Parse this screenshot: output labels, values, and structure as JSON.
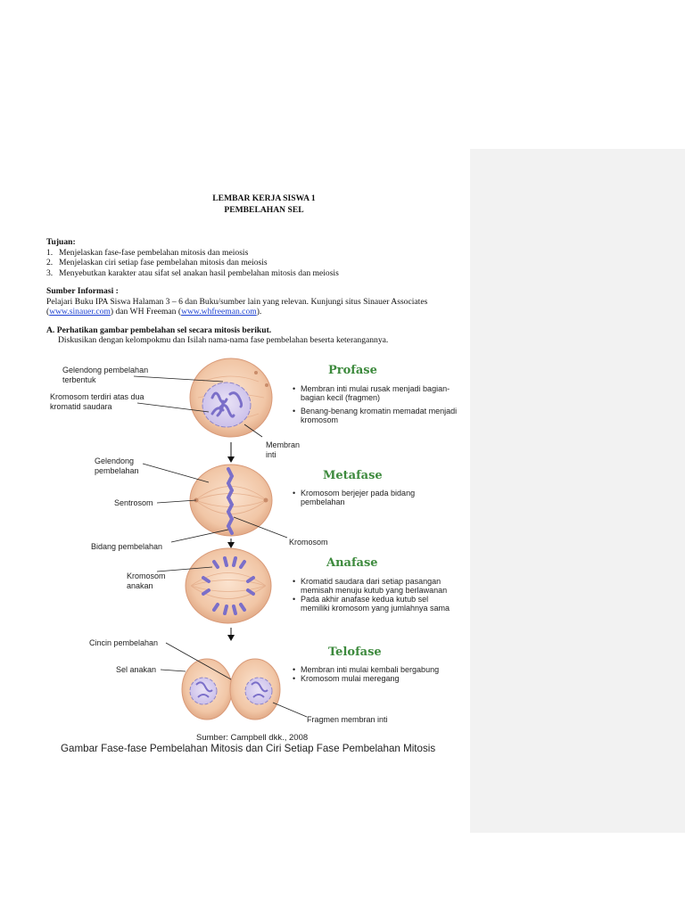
{
  "header": {
    "title_line1": "LEMBAR KERJA SISWA 1",
    "title_line2": "PEMBELAHAN SEL"
  },
  "tujuan": {
    "heading": "Tujuan:",
    "items": [
      {
        "num": "1.",
        "text": "Menjelaskan fase-fase pembelahan mitosis dan meiosis"
      },
      {
        "num": "2.",
        "text": "Menjelaskan ciri setiap fase pembelahan mitosis dan meiosis"
      },
      {
        "num": "3.",
        "text": "Menyebutkan karakter atau sifat sel anakan hasil pembelahan mitosis dan meiosis"
      }
    ]
  },
  "sumber": {
    "heading": "Sumber Informasi :",
    "text_a": "Pelajari Buku IPA Siswa Halaman 3 – 6 dan Buku/sumber lain yang relevan. Kunjungi situs Sinauer Associates",
    "paren_open": "(",
    "link1": "www.sinauer.com",
    "text_b": ") dan WH Freeman (",
    "link2": "www.whfreeman.com",
    "text_c": ")."
  },
  "section_a": {
    "heading": "A. Perhatikan gambar pembelahan sel secara mitosis berikut.",
    "instruction": "Diskusikan dengan kelompokmu dan Isilah nama-nama fase pembelahan beserta keterangannya."
  },
  "figure": {
    "labels": {
      "gelendong_terbentuk": "Gelendong pembelahan terbentuk",
      "kromosom_kromatid": "Kromosom terdiri atas dua kromatid saudara",
      "membran_inti": "Membran inti",
      "gelendong": "Gelendong pembelahan",
      "sentrosom": "Sentrosom",
      "bidang": "Bidang pembelahan",
      "kromosom": "Kromosom",
      "kromosom_anakan": "Kromosom anakan",
      "cincin": "Cincin pembelahan",
      "sel_anakan": "Sel anakan",
      "fragmen": "Fragmen membran inti"
    },
    "phases": [
      {
        "name": "Profase",
        "bullets": [
          "Membran inti mulai rusak menjadi bagian-bagian kecil (fragmen)",
          "Benang-benang kromatin memadat menjadi kromosom"
        ]
      },
      {
        "name": "Metafase",
        "bullets": [
          "Kromosom berjejer pada bidang pembelahan"
        ]
      },
      {
        "name": "Anafase",
        "bullets": [
          "Kromatid saudara dari setiap pasangan memisah menuju kutub yang berlawanan",
          "Pada akhir anafase kedua kutub sel memiliki kromosom yang jumlahnya sama"
        ]
      },
      {
        "name": "Telofase",
        "bullets": [
          "Membran inti mulai kembali bergabung",
          "Kromosom mulai meregang"
        ]
      }
    ],
    "bullet_char": "•",
    "source": "Sumber: Campbell dkk., 2008",
    "caption": "Gambar Fase-fase Pembelahan Mitosis dan Ciri Setiap Fase Pembelahan Mitosis"
  },
  "colors": {
    "cell_fill": "#f1c6a6",
    "cell_edge": "#d99a78",
    "chromosome": "#7b6fc9",
    "phase_title": "#3d8a3d",
    "link": "#1a3fd1",
    "comment_margin": "#f2f2f2"
  }
}
